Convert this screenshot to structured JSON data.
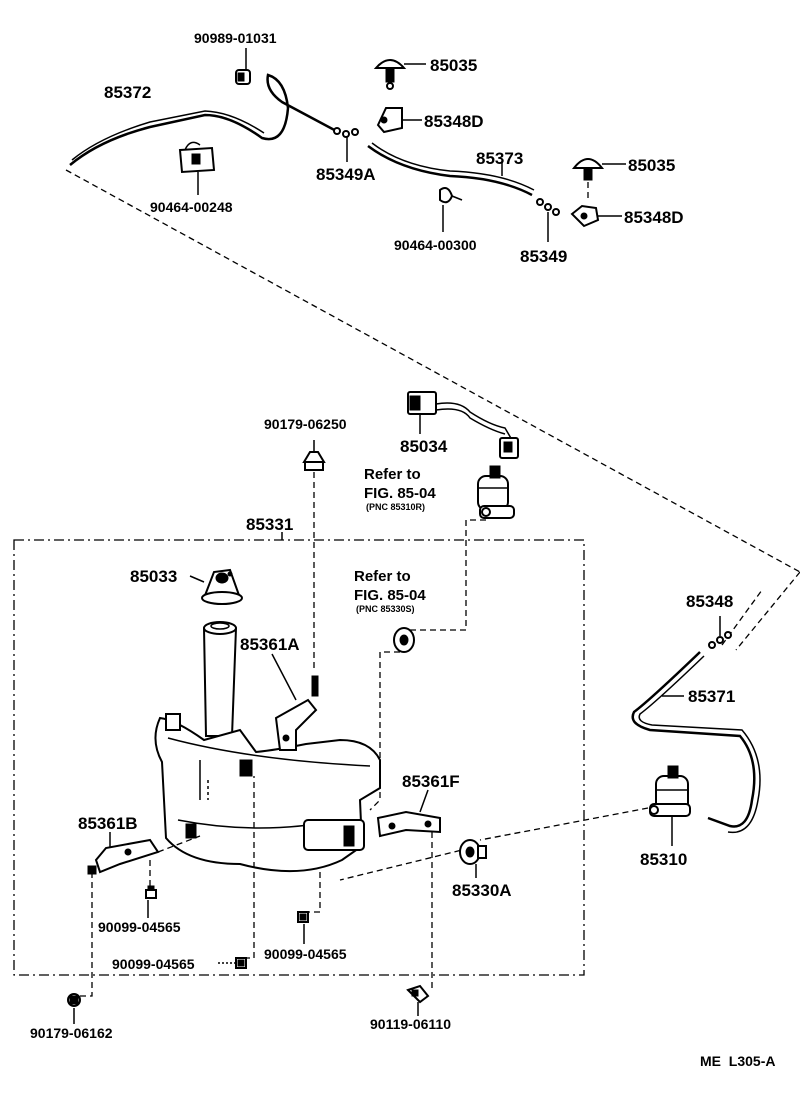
{
  "parts": {
    "p_90989_01031": "90989-01031",
    "p_85372": "85372",
    "p_85035_a": "85035",
    "p_85348D_a": "85348D",
    "p_85349A": "85349A",
    "p_90464_00248": "90464-00248",
    "p_85373": "85373",
    "p_85035_b": "85035",
    "p_85348D_b": "85348D",
    "p_90464_00300": "90464-00300",
    "p_85349": "85349",
    "p_90179_06250": "90179-06250",
    "p_85034": "85034",
    "p_85331": "85331",
    "p_85033": "85033",
    "p_85361A": "85361A",
    "p_85348": "85348",
    "p_85371": "85371",
    "p_85361F": "85361F",
    "p_85361B": "85361B",
    "p_85310": "85310",
    "p_85330A": "85330A",
    "p_90099_04565_a": "90099-04565",
    "p_90099_04565_b": "90099-04565",
    "p_90099_04565_c": "90099-04565",
    "p_90179_06162": "90179-06162",
    "p_90119_06110": "90119-06110"
  },
  "refs": {
    "ref1_line1": "Refer to",
    "ref1_line2": "FIG. 85-04",
    "ref1_line3": "(PNC 85310R)",
    "ref2_line1": "Refer to",
    "ref2_line2": "FIG. 85-04",
    "ref2_line3": "(PNC 85330S)"
  },
  "footer": {
    "code": "ME  L305-A"
  }
}
